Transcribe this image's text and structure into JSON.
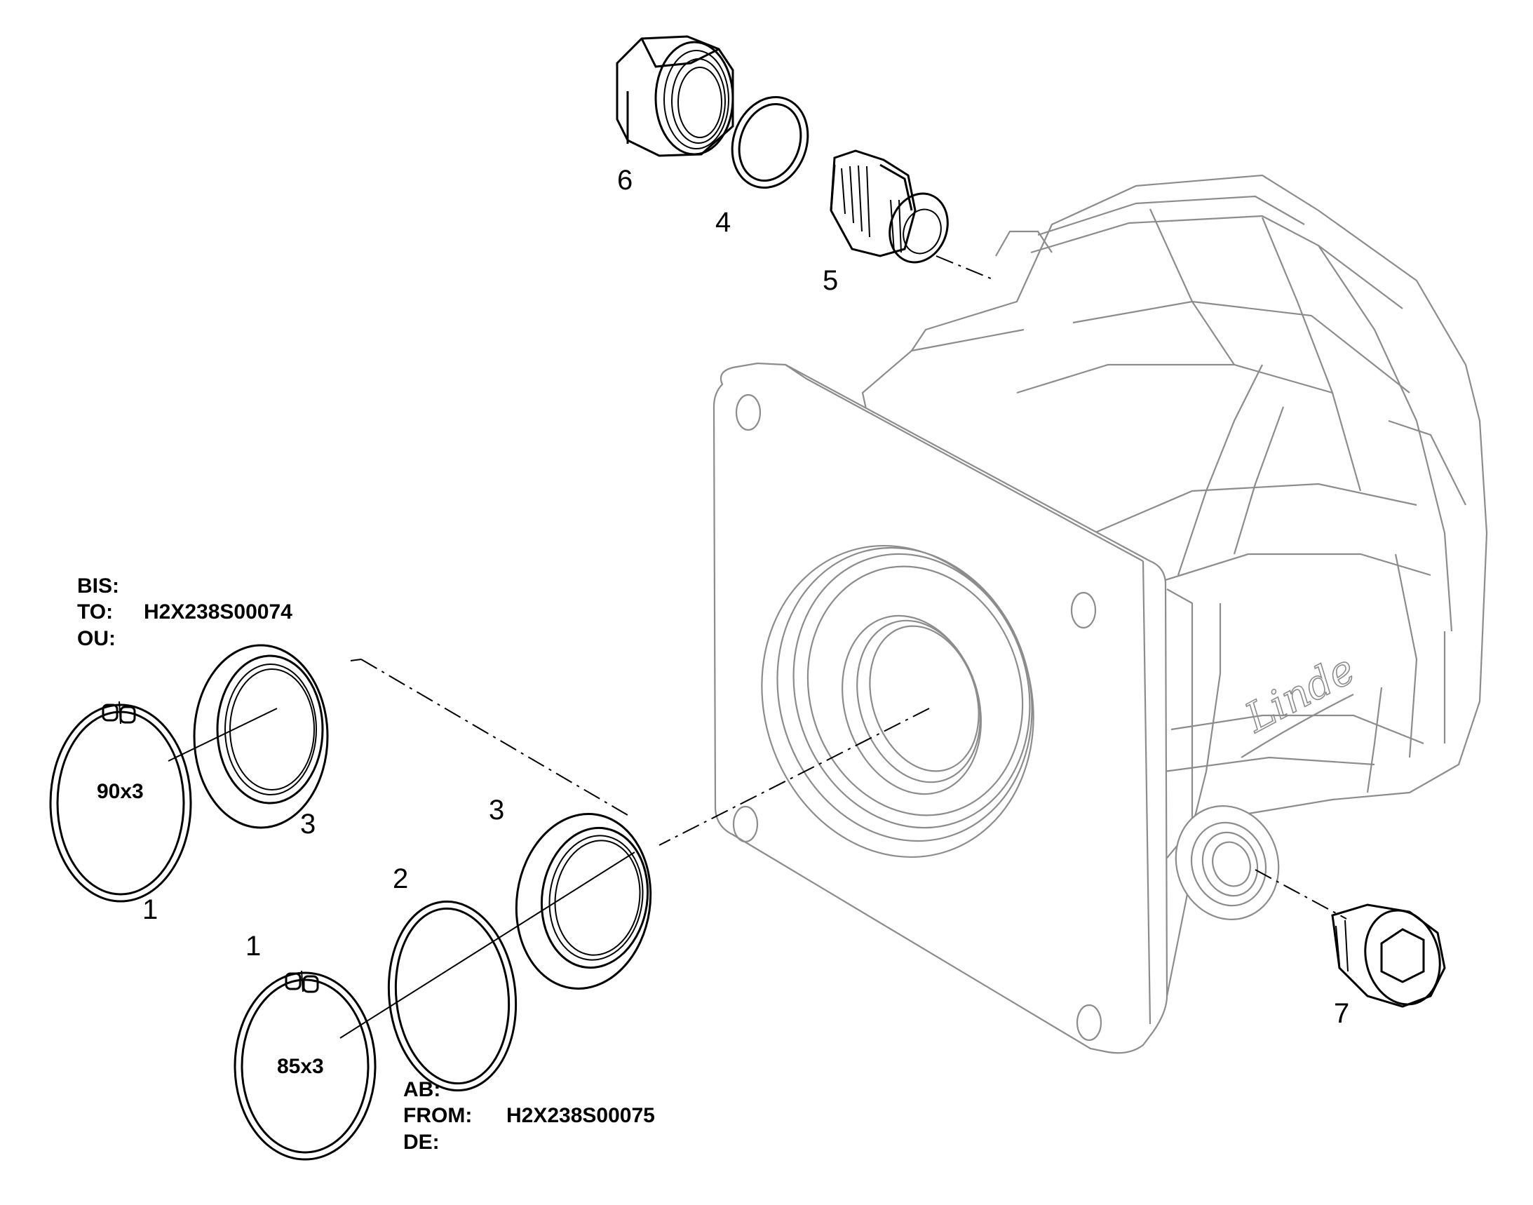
{
  "callouts": {
    "c1a": "1",
    "c1b": "1",
    "c2": "2",
    "c3a": "3",
    "c3b": "3",
    "c4": "4",
    "c5": "5",
    "c6": "6",
    "c7": "7"
  },
  "ring_sizes": {
    "upper": "90x3",
    "lower": "85x3"
  },
  "serial_note_upper": {
    "bis": "BIS:",
    "to": "TO:",
    "to_value": "H2X238S00074",
    "ou": "OU:"
  },
  "serial_note_lower": {
    "ab": "AB:",
    "from": "FROM:",
    "from_value": "H2X238S00075",
    "de": "DE:"
  },
  "brand_mark": "Linde"
}
